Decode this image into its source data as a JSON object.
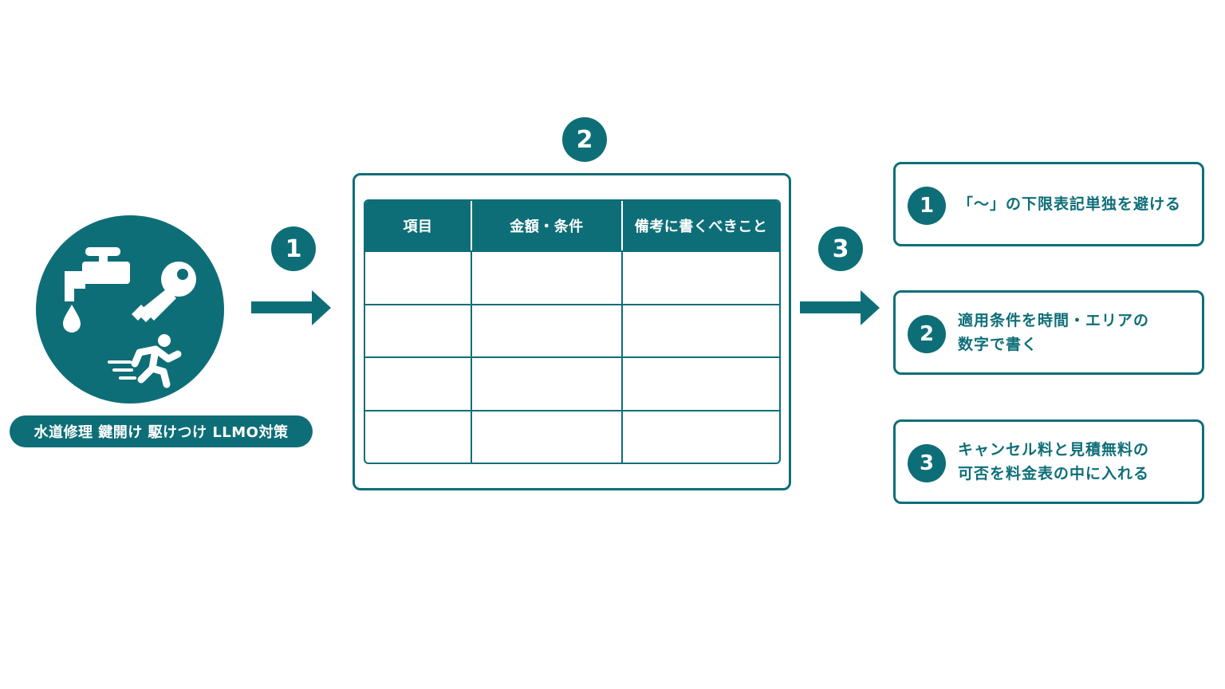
{
  "colors": {
    "teal": "#0e6e78",
    "white": "#ffffff"
  },
  "service": {
    "icons": [
      "faucet-icon",
      "water-drop-icon",
      "key-icon",
      "running-person-icon"
    ],
    "label": "水道修理 鍵開け 駆けつけ LLMO対策"
  },
  "flow": {
    "step1": "1",
    "step2": "2",
    "step3": "3"
  },
  "price_table": {
    "headers": [
      "項目",
      "金額・条件",
      "備考に書くべきこと"
    ],
    "rows": [
      [
        "",
        "",
        ""
      ],
      [
        "",
        "",
        ""
      ],
      [
        "",
        "",
        ""
      ],
      [
        "",
        "",
        ""
      ]
    ]
  },
  "points": [
    {
      "number": "1",
      "lines": [
        "「〜」の下限表記単独を避ける"
      ]
    },
    {
      "number": "2",
      "lines": [
        "適用条件を時間・エリアの",
        "数字で書く"
      ]
    },
    {
      "number": "3",
      "lines": [
        "キャンセル料と見積無料の",
        "可否を料金表の中に入れる"
      ]
    }
  ]
}
